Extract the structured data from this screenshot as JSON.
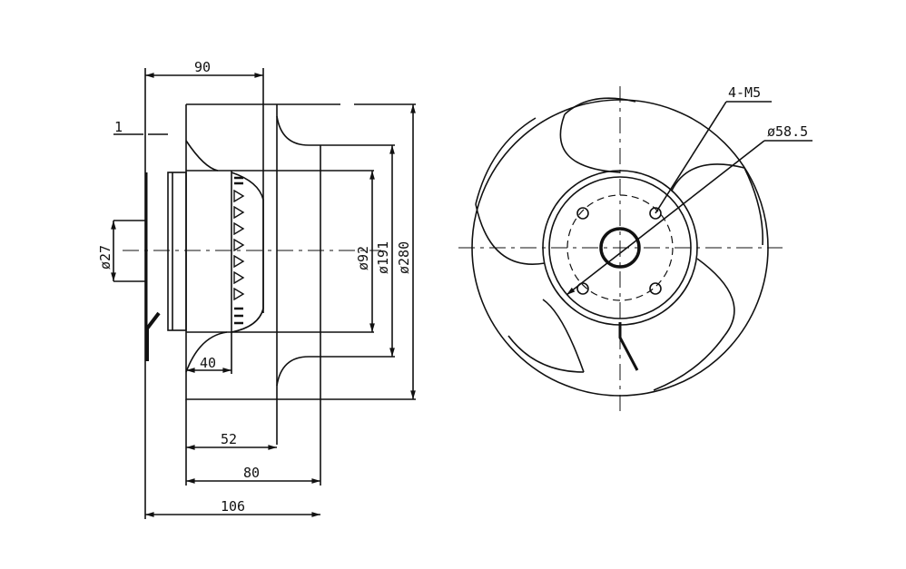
{
  "title": "Centrifugal fan dimension drawing",
  "side_view": {
    "dims": {
      "d90": "90",
      "d1": "1",
      "d27": "ø27",
      "d40": "40",
      "d52": "52",
      "d80": "80",
      "d106": "106",
      "d92": "ø92",
      "d191": "ø191",
      "d280": "ø280"
    }
  },
  "front_view": {
    "holes_label": "4-M5",
    "bolt_circle_label": "ø58.5"
  }
}
